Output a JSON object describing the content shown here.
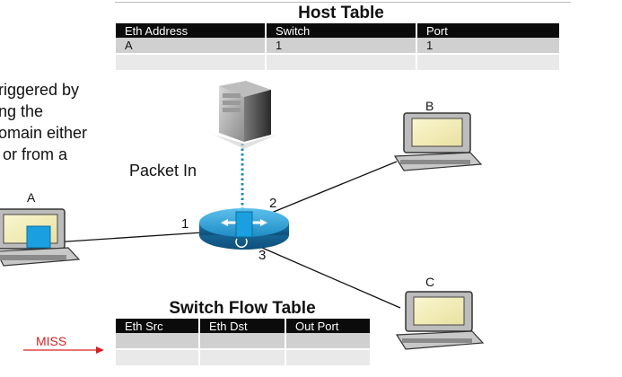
{
  "host_table": {
    "title": "Host Table",
    "headers": [
      "Eth Address",
      "Switch",
      "Port"
    ],
    "rows": [
      [
        "A",
        "1",
        "1"
      ],
      [
        "",
        "",
        ""
      ]
    ]
  },
  "flow_table": {
    "title": "Switch Flow Table",
    "headers": [
      "Eth Src",
      "Eth Dst",
      "Out Port"
    ],
    "rows": [
      [
        "",
        "",
        ""
      ],
      [
        "",
        "",
        ""
      ]
    ]
  },
  "side_text": [
    "riggered by",
    "ng the",
    "omain either",
    " or from a"
  ],
  "packet_in_label": "Packet In",
  "hosts": {
    "a": "A",
    "b": "B",
    "c": "C"
  },
  "ports": {
    "p1": "1",
    "p2": "2",
    "p3": "3"
  },
  "miss_label": "MISS",
  "colors": {
    "switch": "#1e90c8",
    "packet": "#1aa0e0",
    "miss": "#d62020"
  }
}
